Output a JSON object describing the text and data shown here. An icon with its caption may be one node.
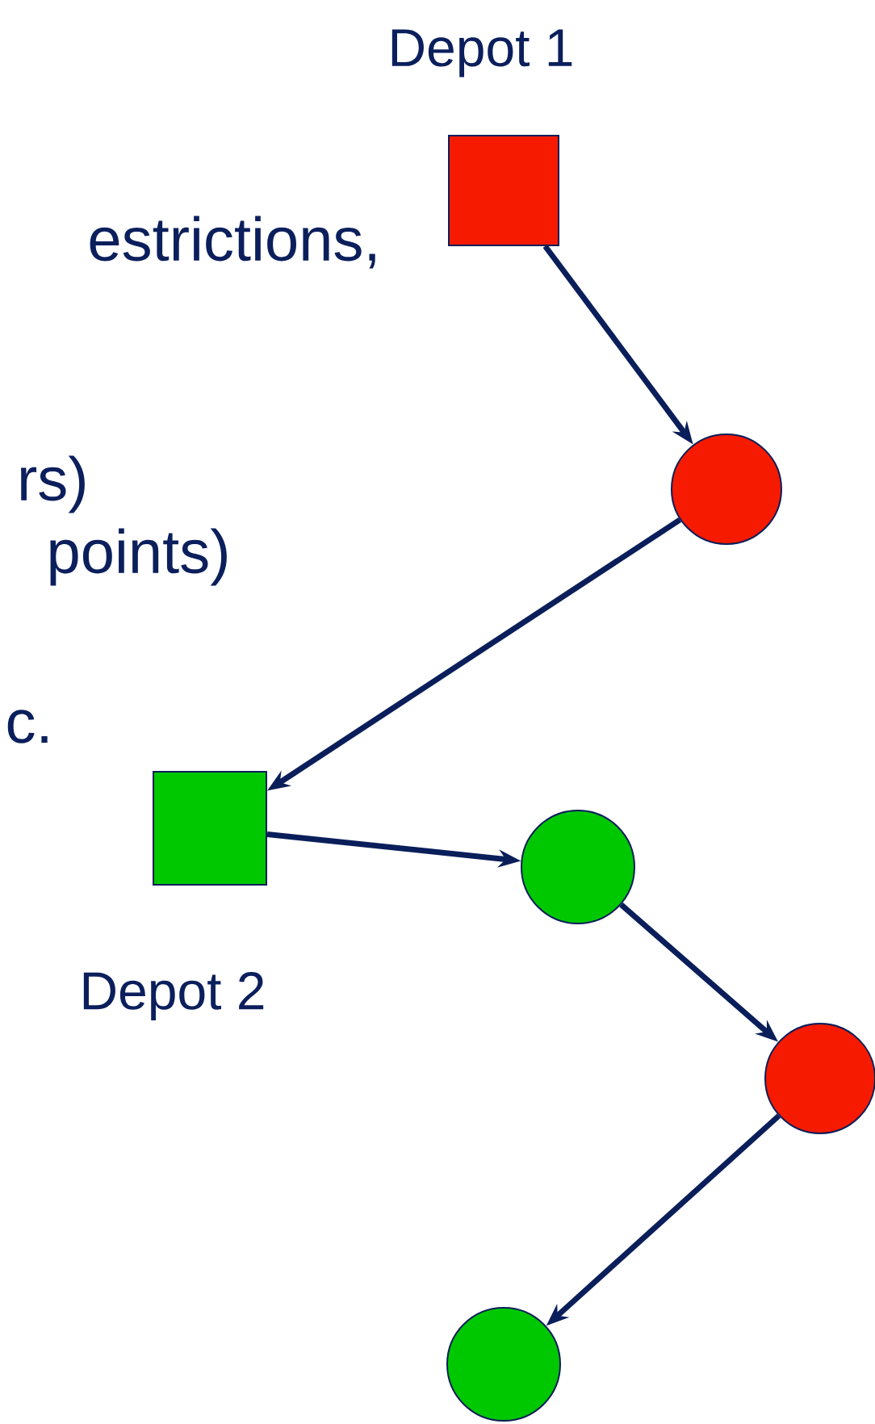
{
  "diagram": {
    "nodes": [
      {
        "text": [],
        "shape": "box",
        "beside": [
          "Depot 1"
        ]
      },
      {
        "text": [],
        "shape": "circle"
      },
      {
        "text": [],
        "shape": "box",
        "beside": [
          "Depot 2"
        ]
      },
      {
        "text": [],
        "shape": "circle"
      },
      {
        "text": [],
        "shape": "circle"
      },
      {
        "text": [],
        "shape": "circle"
      }
    ],
    "edges": [
      {
        "from": 0,
        "to": 1,
        "arrow": "to"
      },
      {
        "from": 1,
        "to": 2,
        "arrow": "to"
      },
      {
        "from": 2,
        "to": 3,
        "arrow": "to"
      },
      {
        "from": 3,
        "to": 4,
        "arrow": "to"
      },
      {
        "from": 4,
        "to": 5,
        "arrow": "to"
      }
    ],
    "labels": [
      "estrictions,",
      "rs)",
      "points)",
      "c."
    ]
  }
}
